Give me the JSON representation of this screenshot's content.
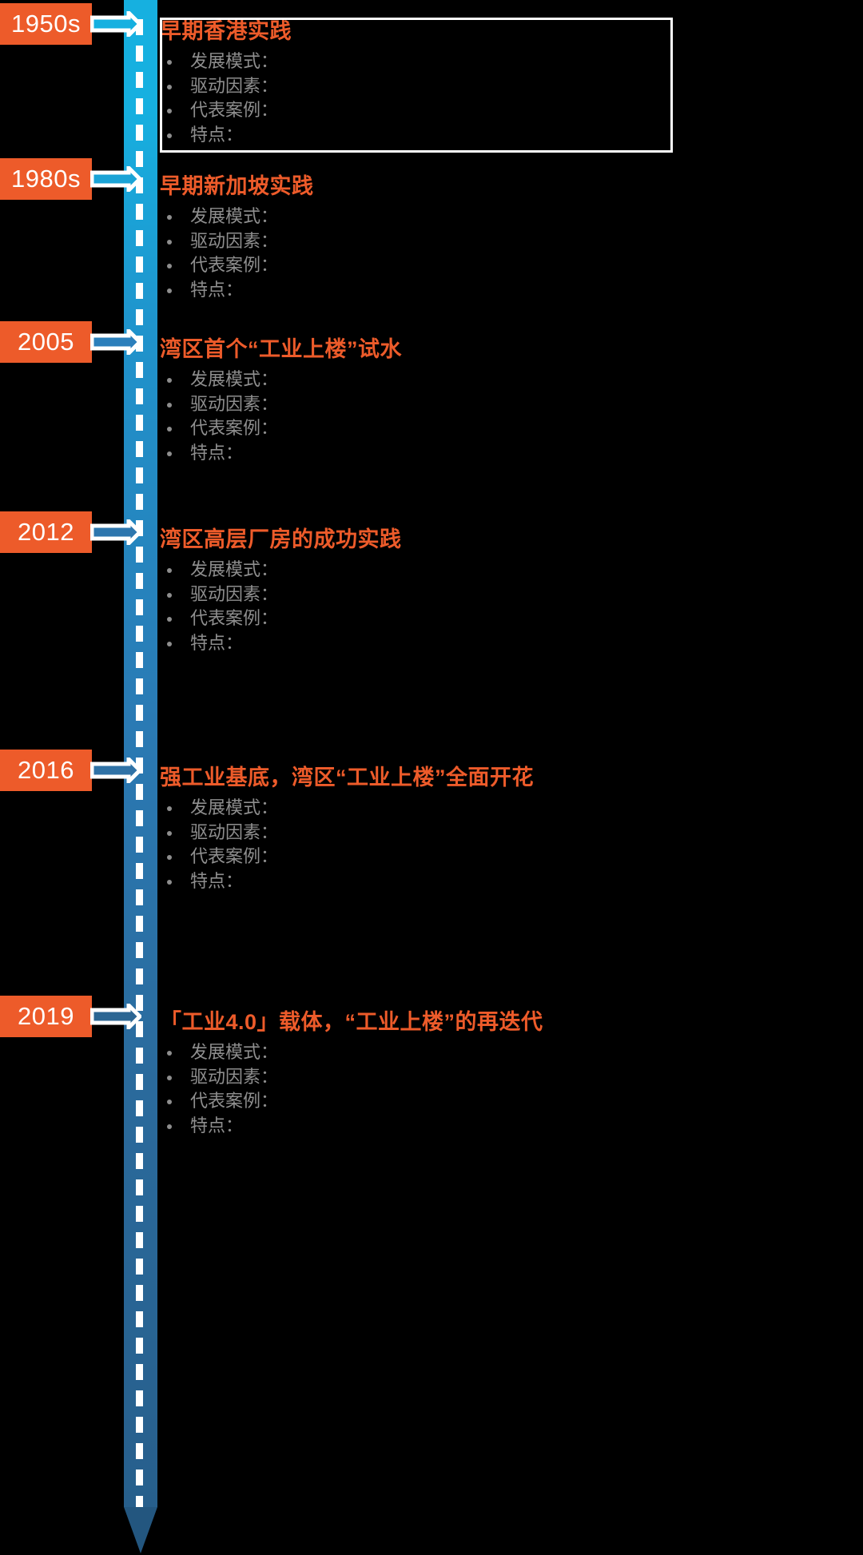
{
  "theme": {
    "background": "#000000",
    "accent_orange": "#ed5b2a",
    "spine_top_blue": "#16b0e0",
    "spine_bottom_blue": "#275f8c",
    "bullet_gray": "#8e8e8e",
    "highlight_border": "#ffffff"
  },
  "timeline": {
    "events": [
      {
        "year": "1950s",
        "title": "早期香港实践",
        "bullets": [
          "发展模式：",
          "驱动因素：",
          "代表案例：",
          "特点："
        ],
        "highlighted": true
      },
      {
        "year": "1980s",
        "title": "早期新加坡实践",
        "bullets": [
          "发展模式：",
          "驱动因素：",
          "代表案例：",
          "特点："
        ],
        "highlighted": false
      },
      {
        "year": "2005",
        "title": "湾区首个“工业上楼”试水",
        "bullets": [
          "发展模式：",
          "驱动因素：",
          "代表案例：",
          "特点："
        ],
        "highlighted": false
      },
      {
        "year": "2012",
        "title": "湾区高层厂房的成功实践",
        "bullets": [
          "发展模式：",
          "驱动因素：",
          "代表案例：",
          "特点："
        ],
        "highlighted": false
      },
      {
        "year": "2016",
        "title": "强工业基底，湾区“工业上楼”全面开花",
        "bullets": [
          "发展模式：",
          "驱动因素：",
          "代表案例：",
          "特点："
        ],
        "highlighted": false
      },
      {
        "year": "2019",
        "title": "「工业4.0」载体，“工业上楼”的再迭代",
        "bullets": [
          "发展模式：",
          "驱动因素：",
          "代表案例：",
          "特点："
        ],
        "highlighted": false
      }
    ]
  }
}
